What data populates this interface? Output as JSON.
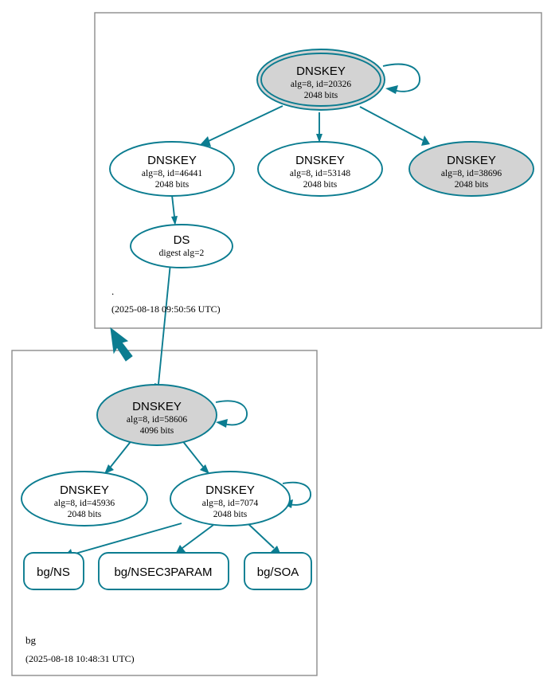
{
  "diagram": {
    "type": "dnssec-authentication-chain",
    "accent_color": "#0b7c90",
    "secure_fill": "#d3d3d3",
    "insecure_fill": "#ffffff",
    "cluster_border": "#8c8c8c"
  },
  "zones": [
    {
      "id": "root",
      "name": ".",
      "timestamp": "(2025-08-18 09:50:56 UTC)",
      "nodes": [
        {
          "id": "root-ksk-20326",
          "kind": "DNSKEY",
          "title": "DNSKEY",
          "line2": "alg=8, id=20326",
          "line3": "2048 bits",
          "alg": 8,
          "key_id": 20326,
          "bits": 2048,
          "role": "KSK",
          "trust_anchor": true,
          "fill": "#d3d3d3",
          "double_outline": true,
          "self_signed": true
        },
        {
          "id": "root-zsk-46441",
          "kind": "DNSKEY",
          "title": "DNSKEY",
          "line2": "alg=8, id=46441",
          "line3": "2048 bits",
          "alg": 8,
          "key_id": 46441,
          "bits": 2048,
          "role": "ZSK",
          "fill": "#ffffff",
          "double_outline": false,
          "self_signed": false
        },
        {
          "id": "root-zsk-53148",
          "kind": "DNSKEY",
          "title": "DNSKEY",
          "line2": "alg=8, id=53148",
          "line3": "2048 bits",
          "alg": 8,
          "key_id": 53148,
          "bits": 2048,
          "role": "ZSK",
          "fill": "#ffffff",
          "double_outline": false,
          "self_signed": false
        },
        {
          "id": "root-ksk-38696",
          "kind": "DNSKEY",
          "title": "DNSKEY",
          "line2": "alg=8, id=38696",
          "line3": "2048 bits",
          "alg": 8,
          "key_id": 38696,
          "bits": 2048,
          "role": "KSK",
          "fill": "#d3d3d3",
          "double_outline": false,
          "self_signed": false
        },
        {
          "id": "root-ds",
          "kind": "DS",
          "title": "DS",
          "line2": "digest alg=2",
          "line3": "",
          "digest_alg": 2,
          "fill": "#ffffff",
          "double_outline": false,
          "self_signed": false
        }
      ]
    },
    {
      "id": "bg",
      "name": "bg",
      "timestamp": "(2025-08-18 10:48:31 UTC)",
      "nodes": [
        {
          "id": "bg-ksk-58606",
          "kind": "DNSKEY",
          "title": "DNSKEY",
          "line2": "alg=8, id=58606",
          "line3": "4096 bits",
          "alg": 8,
          "key_id": 58606,
          "bits": 4096,
          "role": "KSK",
          "fill": "#d3d3d3",
          "double_outline": false,
          "self_signed": true
        },
        {
          "id": "bg-zsk-45936",
          "kind": "DNSKEY",
          "title": "DNSKEY",
          "line2": "alg=8, id=45936",
          "line3": "2048 bits",
          "alg": 8,
          "key_id": 45936,
          "bits": 2048,
          "role": "ZSK",
          "fill": "#ffffff",
          "double_outline": false,
          "self_signed": false
        },
        {
          "id": "bg-zsk-7074",
          "kind": "DNSKEY",
          "title": "DNSKEY",
          "line2": "alg=8, id=7074",
          "line3": "2048 bits",
          "alg": 8,
          "key_id": 7074,
          "bits": 2048,
          "role": "ZSK",
          "fill": "#ffffff",
          "double_outline": false,
          "self_signed": true
        }
      ],
      "rrsets": [
        {
          "id": "bg-ns",
          "label": "bg/NS"
        },
        {
          "id": "bg-nsec3param",
          "label": "bg/NSEC3PARAM"
        },
        {
          "id": "bg-soa",
          "label": "bg/SOA"
        }
      ]
    }
  ],
  "edges": [
    {
      "from": "root-ksk-20326",
      "to": "root-ksk-20326",
      "kind": "self-sign"
    },
    {
      "from": "root-ksk-20326",
      "to": "root-zsk-46441",
      "kind": "sign"
    },
    {
      "from": "root-ksk-20326",
      "to": "root-zsk-53148",
      "kind": "sign"
    },
    {
      "from": "root-ksk-20326",
      "to": "root-ksk-38696",
      "kind": "sign"
    },
    {
      "from": "root-zsk-46441",
      "to": "root-ds",
      "kind": "sign"
    },
    {
      "from": "root-ds",
      "to": "bg-ksk-58606",
      "kind": "delegation"
    },
    {
      "from": "root",
      "to": "bg",
      "kind": "zone-delegation"
    },
    {
      "from": "bg-ksk-58606",
      "to": "bg-ksk-58606",
      "kind": "self-sign"
    },
    {
      "from": "bg-ksk-58606",
      "to": "bg-zsk-45936",
      "kind": "sign"
    },
    {
      "from": "bg-ksk-58606",
      "to": "bg-zsk-7074",
      "kind": "sign"
    },
    {
      "from": "bg-zsk-7074",
      "to": "bg-zsk-7074",
      "kind": "self-sign"
    },
    {
      "from": "bg-zsk-7074",
      "to": "bg-ns",
      "kind": "sign"
    },
    {
      "from": "bg-zsk-7074",
      "to": "bg-nsec3param",
      "kind": "sign"
    },
    {
      "from": "bg-zsk-7074",
      "to": "bg-soa",
      "kind": "sign"
    }
  ]
}
